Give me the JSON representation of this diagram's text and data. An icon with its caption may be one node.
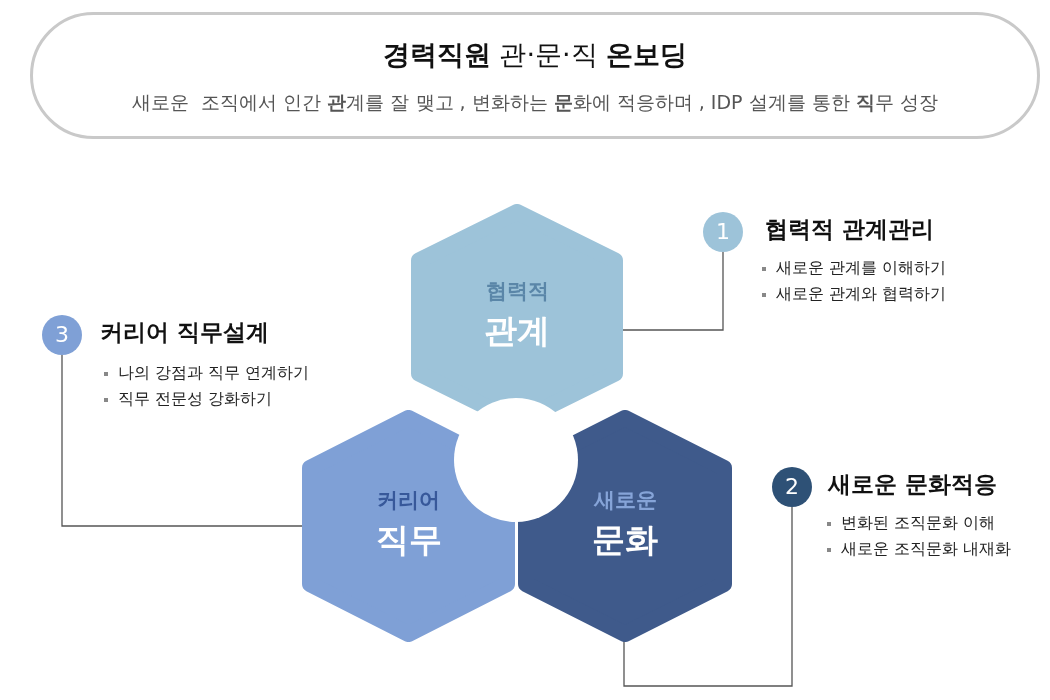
{
  "diagram": {
    "nodes": [
      {
        "text": [
          "**경력직원** 관·문·직 **온보딩**",
          "새로운  조직에서 인간 **관**계를 잘 맺고 , 변화하는 **문**화에 적응하며 , IDP 설계를 통한 **직**무 성장"
        ]
      },
      {
        "text": [
          "협력적",
          "관계"
        ]
      },
      {
        "text": [
          "커리어",
          "직무"
        ]
      },
      {
        "text": [
          "새로운",
          "문화"
        ]
      },
      {
        "text": [],
        "shape": "circle"
      },
      {
        "text": [
          "1"
        ],
        "beside": [
          "협력적 관계관리",
          "새로운 관계를 이해하기",
          "새로운 관계와 협력하기"
        ]
      },
      {
        "text": [
          "2"
        ],
        "beside": [
          "새로운 문화적응",
          "변화된 조직문화 이해",
          "새로운 조직문화 내재화"
        ]
      },
      {
        "text": [
          "3"
        ],
        "beside": [
          "커리어 직무설계",
          "나의 강점과 직무 연계하기",
          "직무 전문성 강화하기"
        ]
      }
    ],
    "edges": [
      {
        "from": 5,
        "to": 1,
        "arrow": "none"
      },
      {
        "from": 6,
        "to": 3,
        "arrow": "none"
      },
      {
        "from": 7,
        "to": 2,
        "arrow": "none"
      }
    ]
  }
}
